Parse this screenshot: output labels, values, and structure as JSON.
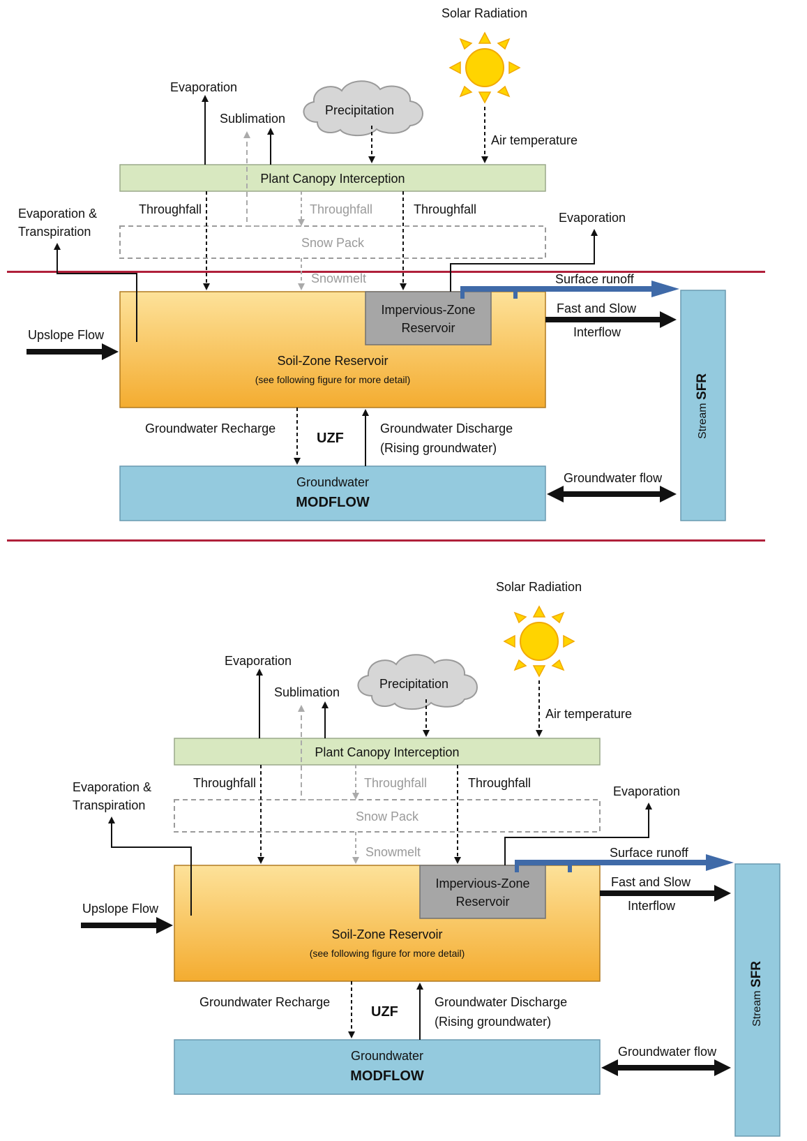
{
  "diagrams": [
    {
      "solar": "Solar Radiation",
      "evaporation_top": "Evaporation",
      "sublimation": "Sublimation",
      "precipitation": "Precipitation",
      "air_temperature": "Air temperature",
      "canopy": "Plant Canopy Interception",
      "evap_transp_line1": "Evaporation &",
      "evap_transp_line2": "Transpiration",
      "throughfall_left": "Throughfall",
      "throughfall_mid": "Throughfall",
      "throughfall_right": "Throughfall",
      "evaporation_right": "Evaporation",
      "snow_pack": "Snow Pack",
      "snowmelt": "Snowmelt",
      "surface_runoff": "Surface runoff",
      "impervious_line1": "Impervious-Zone",
      "impervious_line2": "Reservoir",
      "fast_slow_line1": "Fast and Slow",
      "fast_slow_line2": "Interflow",
      "upslope_flow": "Upslope Flow",
      "soil_zone": "Soil-Zone Reservoir",
      "soil_zone_note": "(see following figure for more detail)",
      "stream_prefix": "Stream",
      "stream_sfr": "SFR",
      "gw_recharge": "Groundwater Recharge",
      "uzf": "UZF",
      "gw_discharge_line1": "Groundwater Discharge",
      "gw_discharge_line2": "(Rising groundwater)",
      "groundwater": "Groundwater",
      "modflow": "MODFLOW",
      "gw_flow": "Groundwater flow"
    },
    {
      "solar": "Solar Radiation",
      "evaporation_top": "Evaporation",
      "sublimation": "Sublimation",
      "precipitation": "Precipitation",
      "air_temperature": "Air temperature",
      "canopy": "Plant Canopy Interception",
      "evap_transp_line1": "Evaporation &",
      "evap_transp_line2": "Transpiration",
      "throughfall_left": "Throughfall",
      "throughfall_mid": "Throughfall",
      "throughfall_right": "Throughfall",
      "evaporation_right": "Evaporation",
      "snow_pack": "Snow Pack",
      "snowmelt": "Snowmelt",
      "surface_runoff": "Surface runoff",
      "impervious_line1": "Impervious-Zone",
      "impervious_line2": "Reservoir",
      "fast_slow_line1": "Fast and Slow",
      "fast_slow_line2": "Interflow",
      "upslope_flow": "Upslope Flow",
      "soil_zone": "Soil-Zone Reservoir",
      "soil_zone_note": "(see following figure for more detail)",
      "stream_prefix": "Stream",
      "stream_sfr": "SFR",
      "gw_recharge": "Groundwater Recharge",
      "uzf": "UZF",
      "gw_discharge_line1": "Groundwater Discharge",
      "gw_discharge_line2": "(Rising groundwater)",
      "groundwater": "Groundwater",
      "modflow": "MODFLOW",
      "gw_flow": "Groundwater flow"
    }
  ],
  "colors": {
    "canopy": "#d8e8c0",
    "soil_top": "#fcdc8c",
    "soil_bottom": "#f4b038",
    "impervious": "#a6a6a6",
    "groundwater": "#94cade",
    "stream": "#94cade",
    "runoff": "#3f6aa8",
    "sun": "#ffd400",
    "cloud": "#d6d6d6",
    "separator": "#b0203a",
    "gray_text": "#9a9a9a"
  }
}
